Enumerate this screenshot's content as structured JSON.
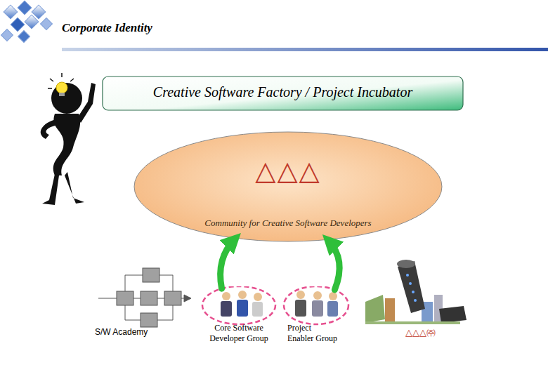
{
  "diagram": {
    "title": "Corporate Identity",
    "nodes": [
      {
        "text": [
          "Creative Software Factory / Project Incubator"
        ]
      },
      {
        "text": [
          "△△△",
          "Community for Creative Software Developers"
        ]
      },
      {
        "text": [
          "Core Software Developer Group"
        ]
      },
      {
        "text": [
          "Project Enabler Group"
        ]
      }
    ],
    "edges": [
      {
        "from": 2,
        "to": 1,
        "arrow": "to"
      },
      {
        "from": 3,
        "to": 1,
        "arrow": "to"
      }
    ],
    "labels": [
      "S/W Academy",
      "△△△㈜"
    ]
  }
}
